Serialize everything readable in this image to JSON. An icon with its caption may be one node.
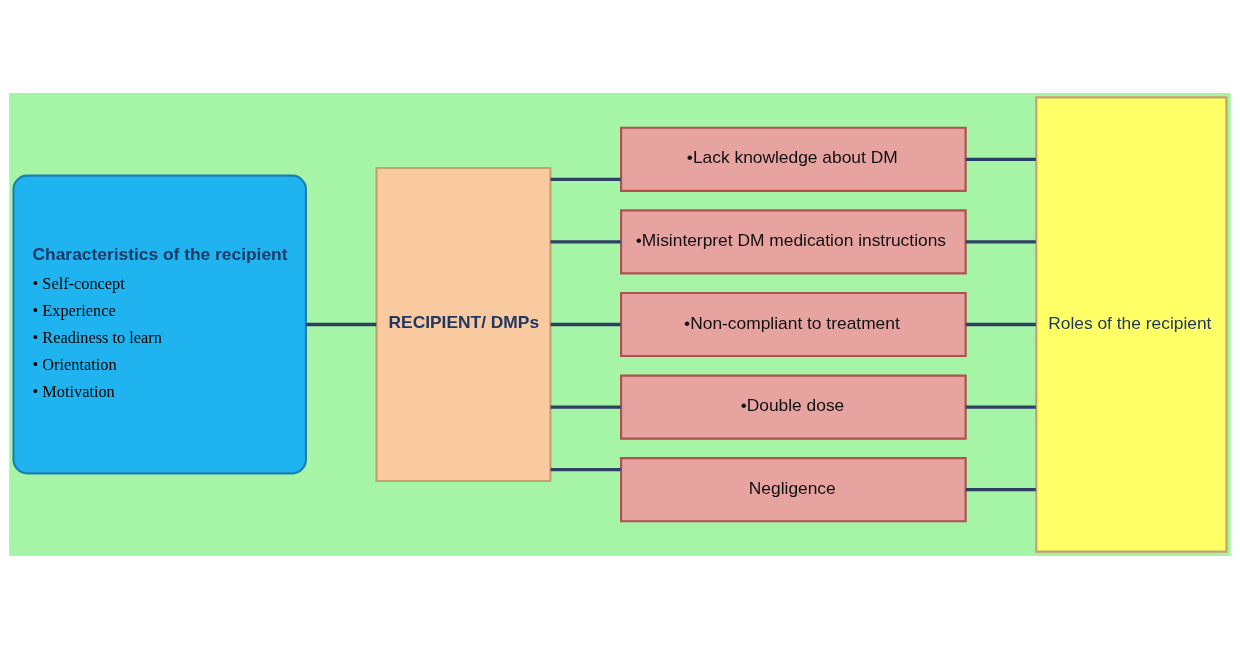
{
  "diagram": {
    "nodes": [
      {
        "text": [
          "Characteristics of the recipient",
          "• Self-concept",
          "• Experience",
          "• Readiness to learn",
          "• Orientation",
          "• Motivation"
        ]
      },
      {
        "text": [
          "RECIPIENT/ DMPs"
        ]
      },
      {
        "text": [
          "•Lack knowledge about DM"
        ]
      },
      {
        "text": [
          "•Misinterpret DM medication instructions"
        ]
      },
      {
        "text": [
          "•Non-compliant to treatment"
        ]
      },
      {
        "text": [
          "•Double dose"
        ]
      },
      {
        "text": [
          "Negligence"
        ]
      },
      {
        "text": [
          "Roles of the recipient"
        ]
      }
    ],
    "edges": [
      {
        "from": 0,
        "to": 1,
        "arrow": "none"
      },
      {
        "from": 1,
        "to": 2,
        "arrow": "none"
      },
      {
        "from": 1,
        "to": 3,
        "arrow": "none"
      },
      {
        "from": 1,
        "to": 4,
        "arrow": "none"
      },
      {
        "from": 1,
        "to": 5,
        "arrow": "none"
      },
      {
        "from": 1,
        "to": 6,
        "arrow": "none"
      },
      {
        "from": 2,
        "to": 7,
        "arrow": "none"
      },
      {
        "from": 3,
        "to": 7,
        "arrow": "none"
      },
      {
        "from": 4,
        "to": 7,
        "arrow": "none"
      },
      {
        "from": 5,
        "to": 7,
        "arrow": "none"
      },
      {
        "from": 6,
        "to": 7,
        "arrow": "none"
      }
    ]
  }
}
